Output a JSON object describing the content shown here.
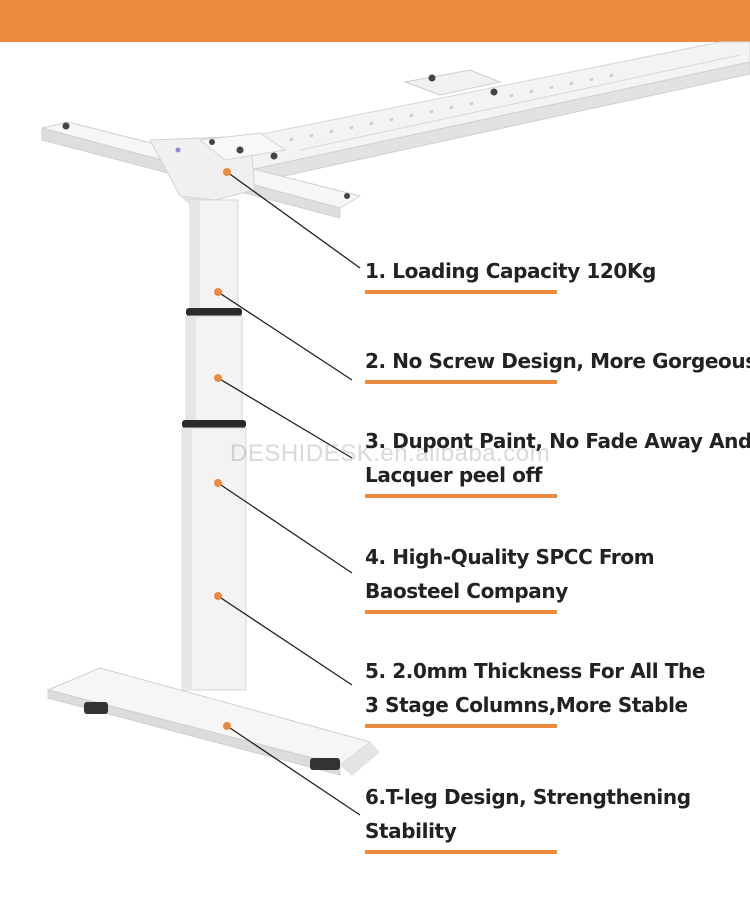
{
  "colors": {
    "accent": "#ec8a3f",
    "frame": "#f4f4f4",
    "frame_shade": "#d9d9d9",
    "text": "#222222"
  },
  "watermark": "DESHIDESK.en.alibaba.com",
  "features": [
    {
      "lines": [
        "1. Loading Capacity 120Kg"
      ]
    },
    {
      "lines": [
        "2. No Screw Design, More Gorgeous"
      ]
    },
    {
      "lines": [
        "3. Dupont Paint, No Fade Away And",
        "Lacquer peel off"
      ]
    },
    {
      "lines": [
        "4. High-Quality SPCC From",
        "Baosteel Company"
      ]
    },
    {
      "lines": [
        "5. 2.0mm Thickness For All The",
        "3 Stage Columns,More Stable"
      ]
    },
    {
      "lines": [
        "6.T-leg Design, Strengthening",
        "Stability"
      ]
    }
  ]
}
